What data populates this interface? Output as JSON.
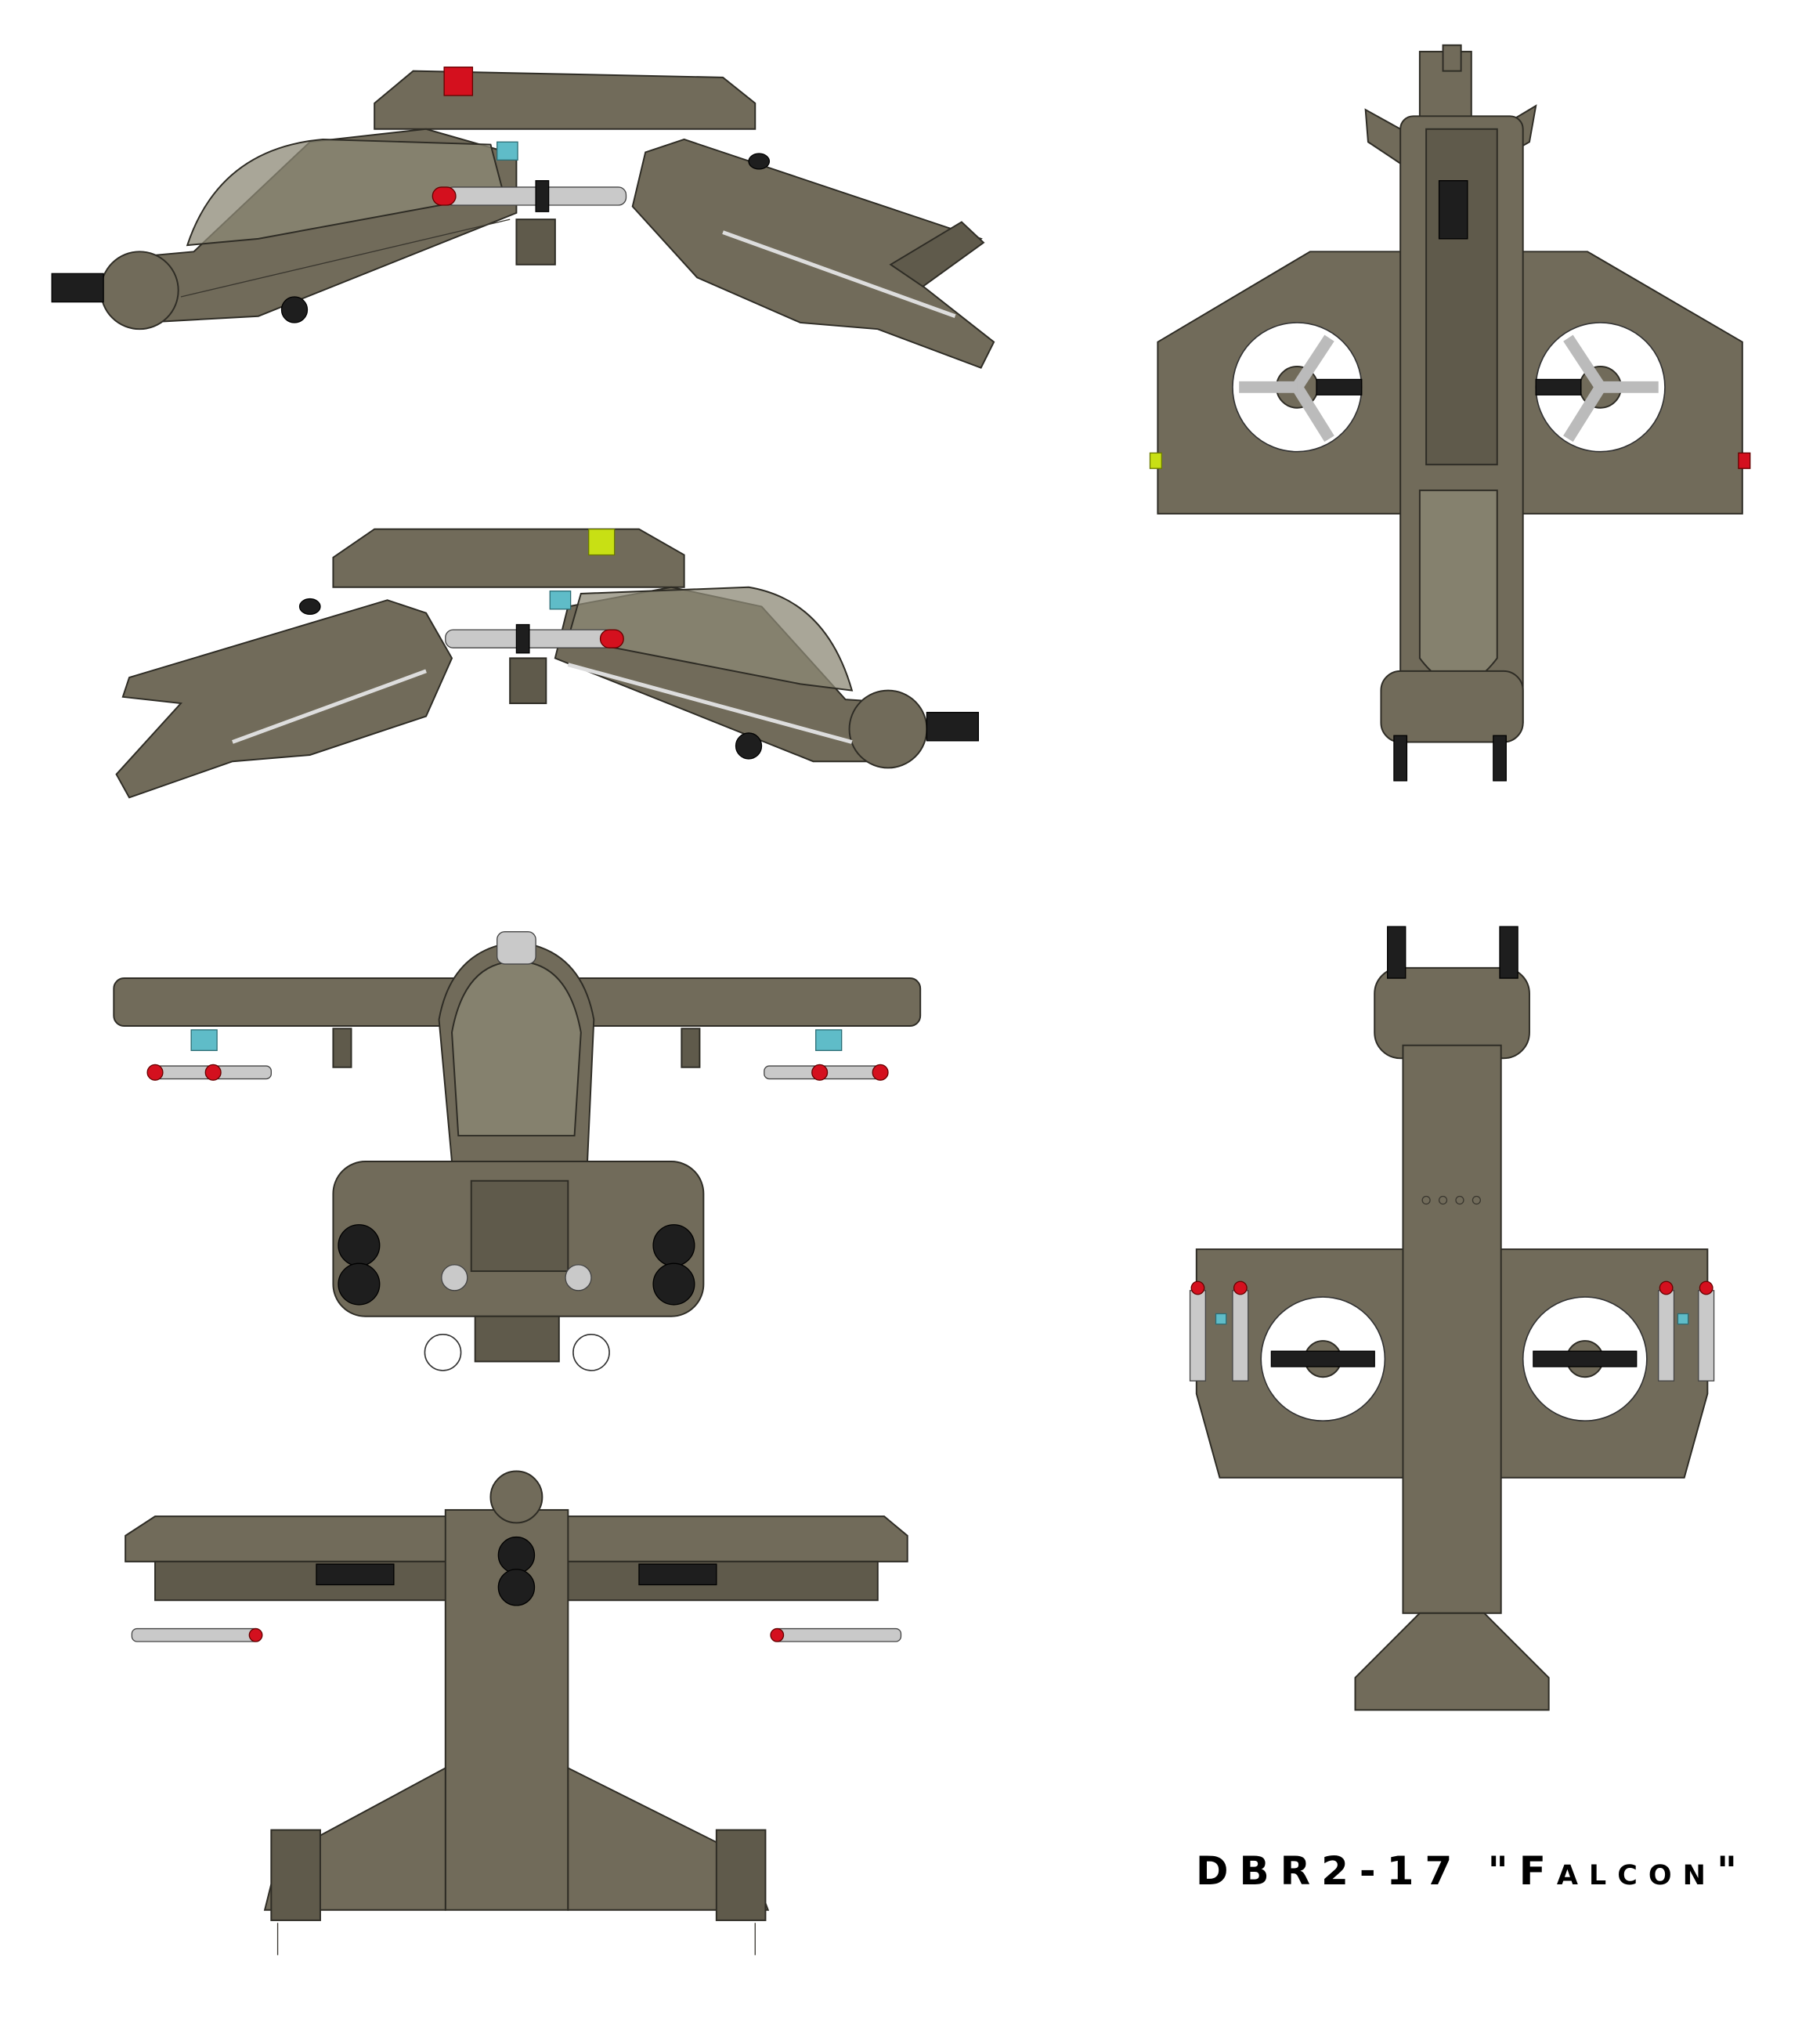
{
  "title": "DBR2-17 \"Falcon\"",
  "colors": {
    "hull": "#716b5a",
    "canopy": "#8c8876",
    "missile_tip": "#d4101e",
    "sensor": "#5fbcc8",
    "nav_light_port": "#c8e014",
    "nav_light_starboard": "#d4101e",
    "background": "#ffffff"
  },
  "views": [
    "side-left",
    "side-right",
    "front",
    "rear",
    "top",
    "bottom"
  ]
}
